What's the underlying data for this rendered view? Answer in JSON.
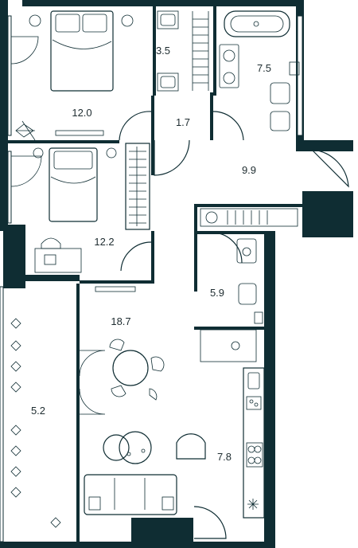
{
  "rooms": [
    {
      "id": "bedroom-1",
      "area": "12.0"
    },
    {
      "id": "toilet",
      "area": "3.5"
    },
    {
      "id": "bathroom",
      "area": "7.5"
    },
    {
      "id": "hall-small",
      "area": "1.7"
    },
    {
      "id": "hallway",
      "area": "9.9"
    },
    {
      "id": "bedroom-2",
      "area": "12.2"
    },
    {
      "id": "laundry",
      "area": "5.9"
    },
    {
      "id": "living-room",
      "area": "18.7"
    },
    {
      "id": "balcony",
      "area": "5.2"
    },
    {
      "id": "kitchen",
      "area": "7.8"
    }
  ],
  "colors": {
    "wall": "#0f2d33",
    "text": "#1e2c30",
    "background": "#ffffff"
  }
}
